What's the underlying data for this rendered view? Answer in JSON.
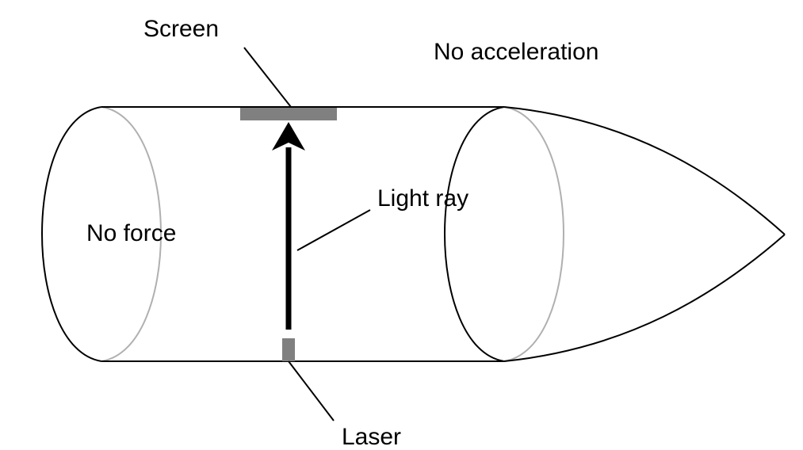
{
  "labels": {
    "screen": "Screen",
    "no_acceleration": "No acceleration",
    "light_ray": "Light ray",
    "no_force": "No force",
    "laser": "Laser"
  },
  "colors": {
    "outline": "#000000",
    "hidden_edge": "#b0b0b0",
    "device": "#808080",
    "background": "#ffffff"
  }
}
